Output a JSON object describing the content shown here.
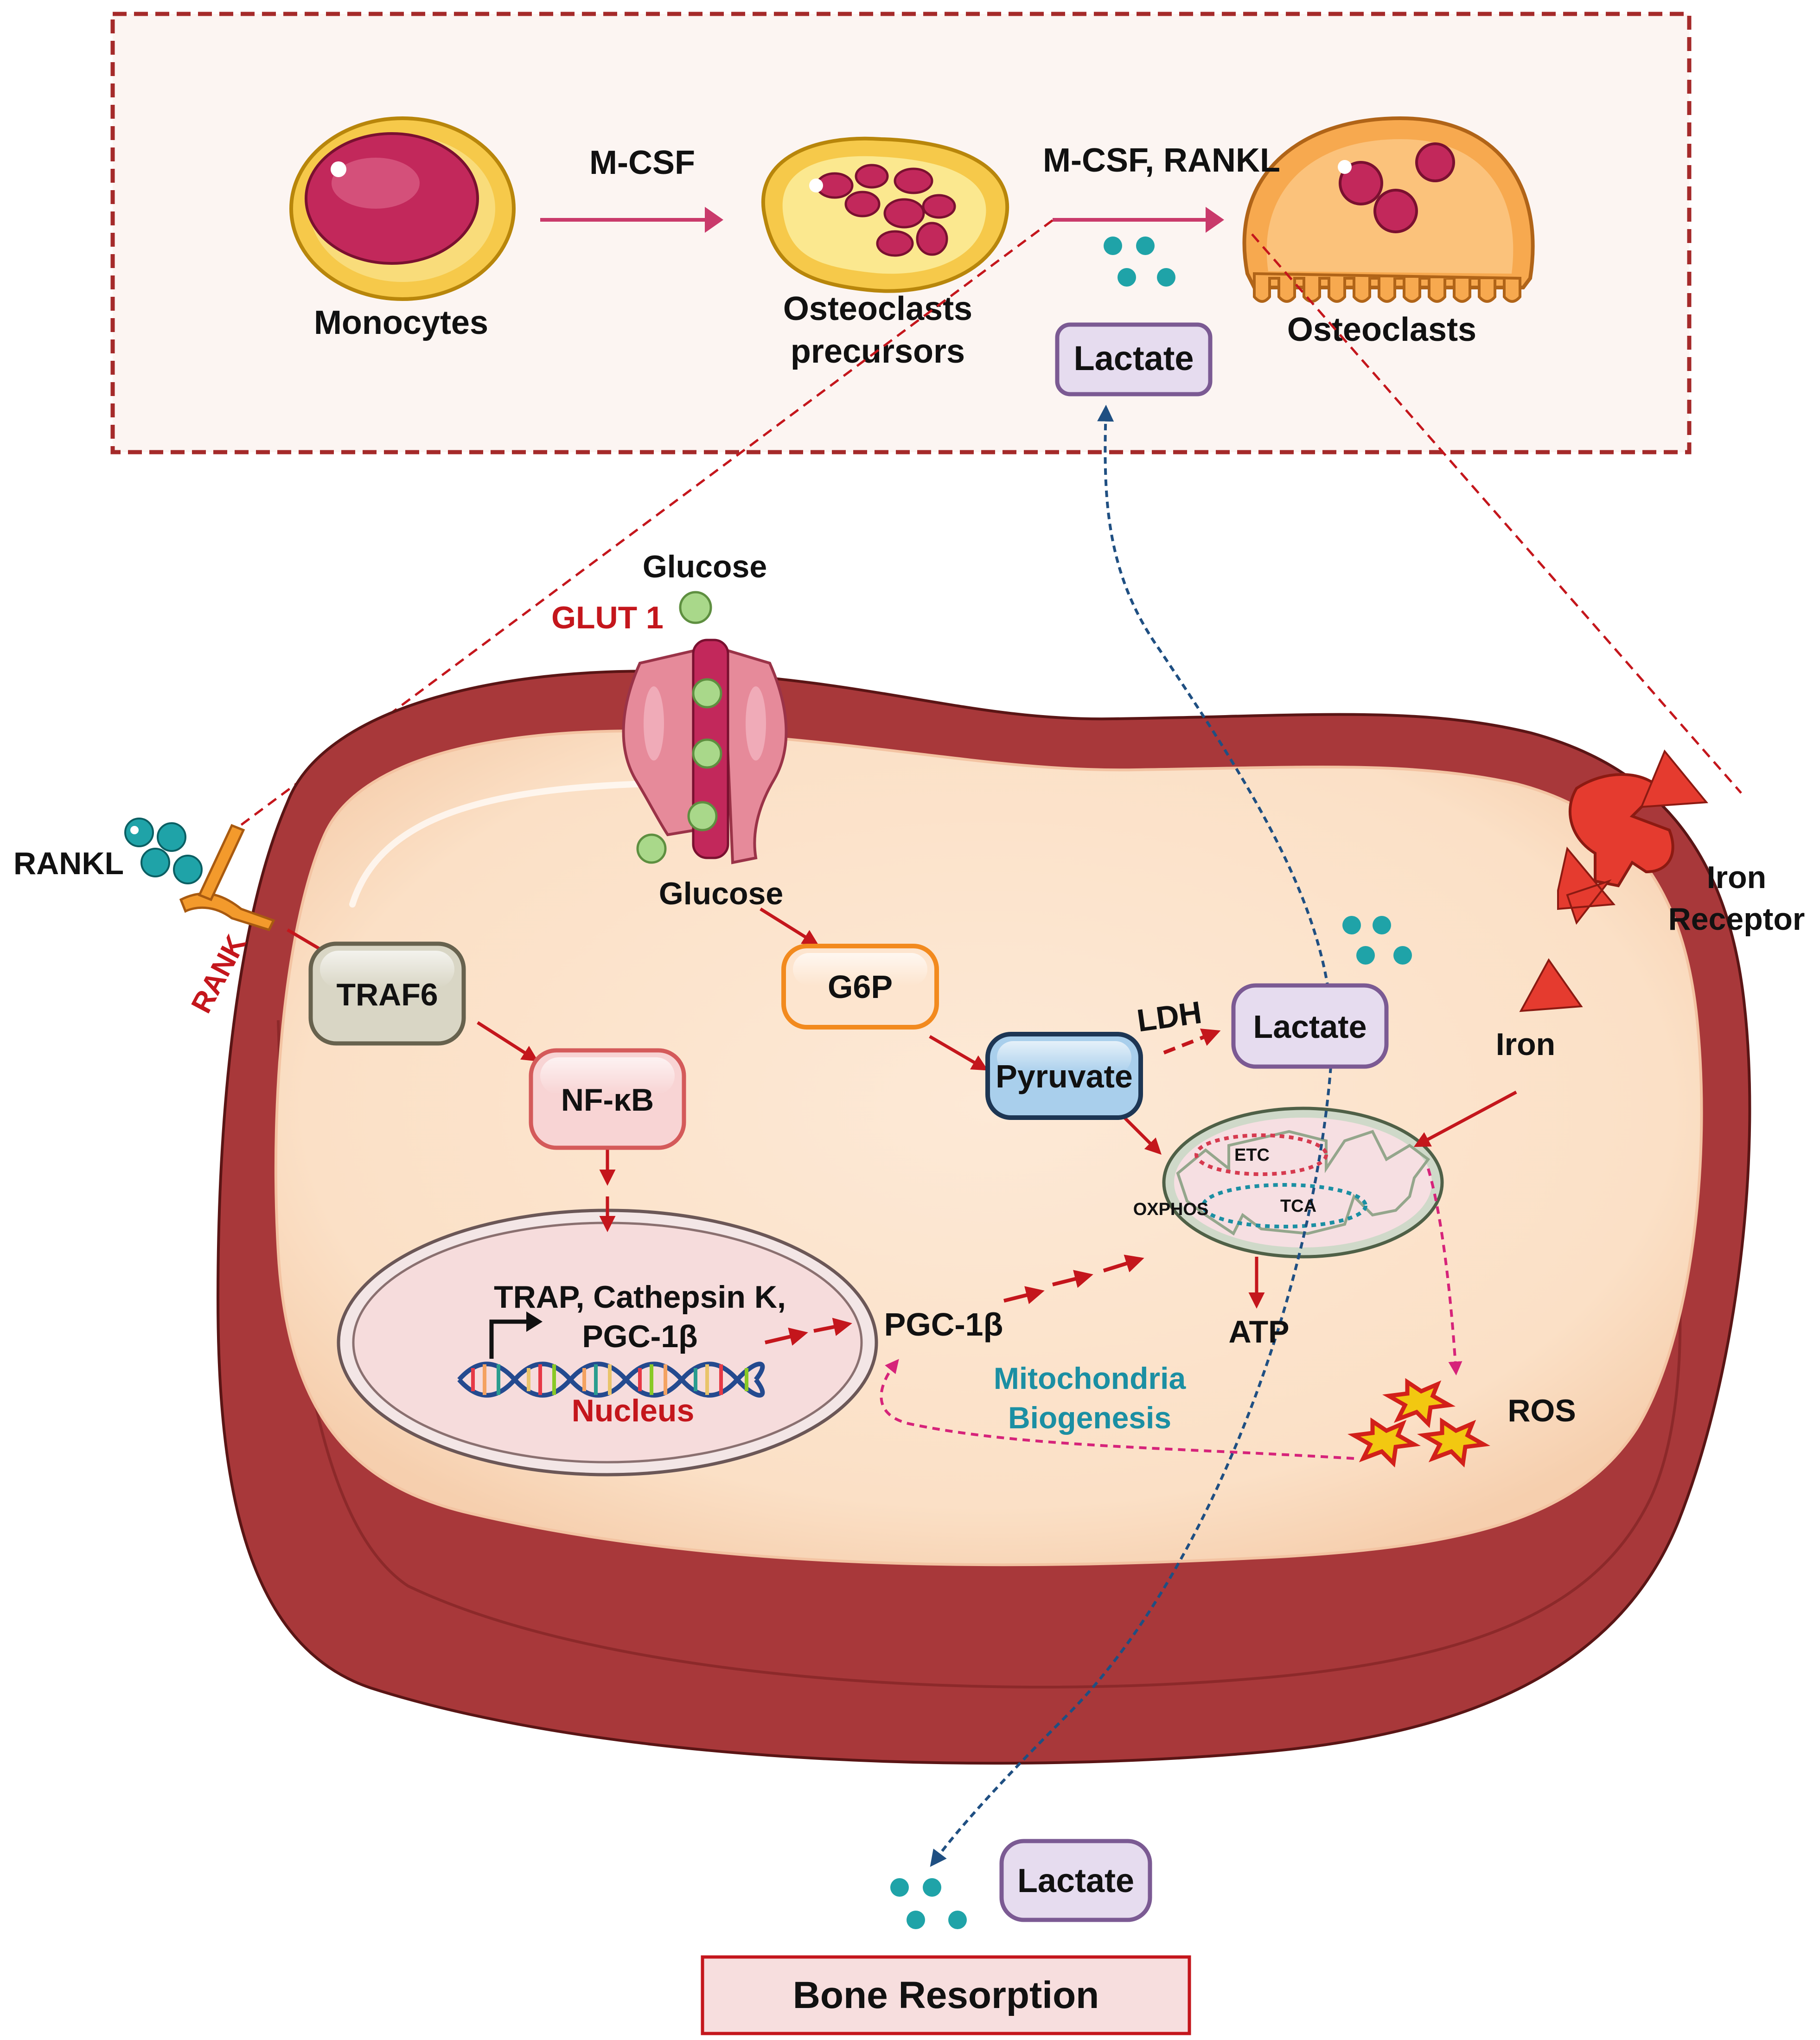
{
  "inset": {
    "m_csf": "M-CSF",
    "m_csf_rankl": "M-CSF, RANKL",
    "monocytes": "Monocytes",
    "precursors_line1": "Osteoclasts",
    "precursors_line2": "precursors",
    "osteoclasts": "Osteoclasts",
    "lactate": "Lactate"
  },
  "cell": {
    "glucose_outside": "Glucose",
    "glut1": "GLUT 1",
    "glucose_inside": "Glucose",
    "rankl": "RANKL",
    "rank": "RANK",
    "traf6": "TRAF6",
    "nfkb": "NF-κB",
    "g6p": "G6P",
    "pyruvate": "Pyruvate",
    "ldh": "LDH",
    "lactate": "Lactate",
    "iron": "Iron",
    "iron_receptor_line1": "Iron",
    "iron_receptor_line2": "Receptor",
    "etc": "ETC",
    "tca": "TCA",
    "oxphos": "OXPHOS",
    "atp": "ATP",
    "nucleus_genes_line1": "TRAP, Cathepsin K,",
    "nucleus_genes_line2": "PGC-1β",
    "nucleus": "Nucleus",
    "pgc1b": "PGC-1β",
    "mito_biogenesis_line1": "Mitochondria",
    "mito_biogenesis_line2": "Biogenesis",
    "ros": "ROS"
  },
  "outside": {
    "lactate": "Lactate",
    "bone_resorption": "Bone Resorption"
  },
  "colors": {
    "cell_membrane": "#a8383a",
    "cytoplasm": "#fbe3cd",
    "arrow_red": "#c4161c",
    "arrow_magenta": "#d6237a",
    "arrow_blue": "#1f4f82",
    "teal_dot": "#1fa3a8",
    "label_red": "#c4161c",
    "label_teal": "#1b8fa3"
  }
}
